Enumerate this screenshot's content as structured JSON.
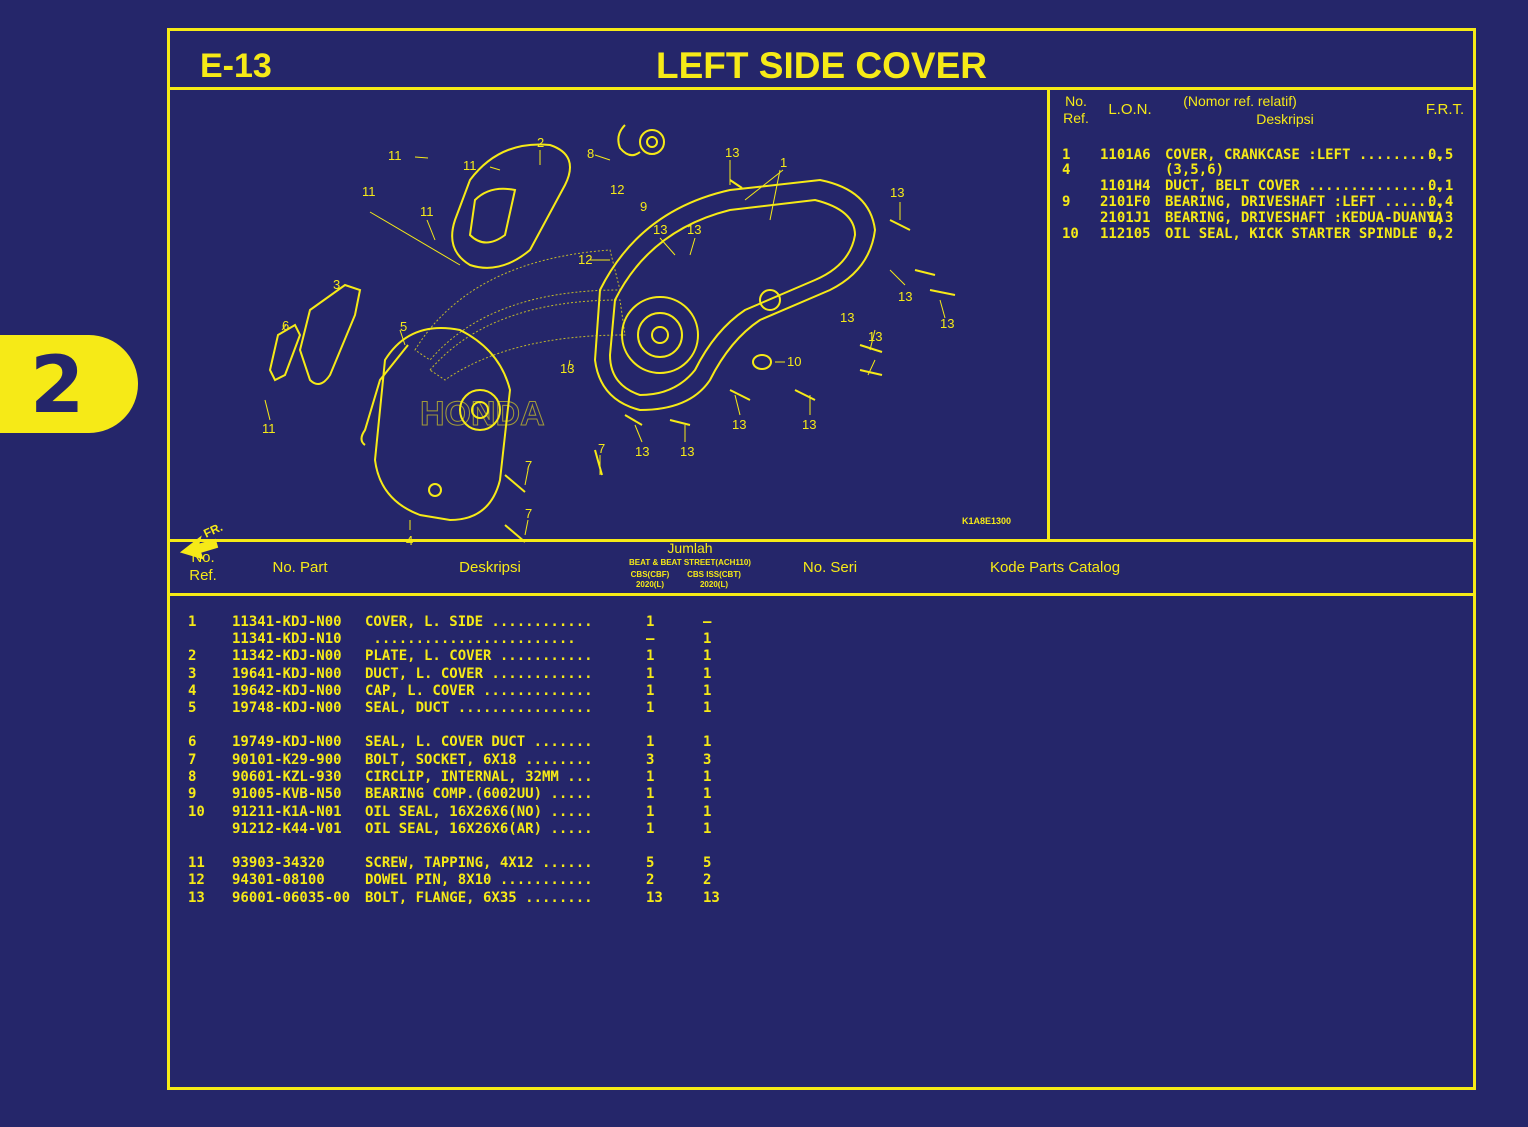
{
  "chapter_number": "2",
  "header": {
    "code": "E-13",
    "title": "LEFT SIDE COVER"
  },
  "diagram": {
    "drawing_code": "K1A8E1300",
    "front_label": "FR.",
    "brand_watermark": "HONDA",
    "callouts": [
      "11",
      "11",
      "2",
      "8",
      "13",
      "1",
      "11",
      "11",
      "12",
      "9",
      "13",
      "13",
      "13",
      "12",
      "3",
      "6",
      "5",
      "13",
      "13",
      "13",
      "13",
      "10",
      "13",
      "13",
      "13",
      "13",
      "13",
      "13",
      "7",
      "7",
      "7",
      "4",
      "11"
    ]
  },
  "ref_table": {
    "headers": {
      "no_ref": "No.\nRef.",
      "lon": "L.O.N.",
      "desc_top": "(Nomor ref. relatif)",
      "desc": "Deskripsi",
      "frt": "F.R.T."
    },
    "rows": [
      {
        "no": "1",
        "lon": "1101A6",
        "desc": "COVER, CRANKCASE :LEFT ..........",
        "frt": "0,5"
      },
      {
        "no": "4",
        "lon": "",
        "desc": "(3,5,6)",
        "frt": ""
      },
      {
        "no": "",
        "lon": "1101H4",
        "desc": "DUCT, BELT COVER ................",
        "frt": "0,1"
      },
      {
        "no": "9",
        "lon": "2101F0",
        "desc": "BEARING, DRIVESHAFT :LEFT .......",
        "frt": "0,4"
      },
      {
        "no": "",
        "lon": "2101J1",
        "desc": "BEARING, DRIVESHAFT :KEDUA-DUANYA",
        "frt": "1,3"
      },
      {
        "no": "10",
        "lon": "112105",
        "desc": "OIL SEAL, KICK STARTER SPINDLE ..",
        "frt": "0,2"
      }
    ]
  },
  "parts_table": {
    "headers": {
      "no_ref": "No.\nRef.",
      "no_part": "No. Part",
      "desc": "Deskripsi",
      "jumlah": "Jumlah",
      "models": "BEAT & BEAT STREET(ACH110)",
      "col1": "CBS(CBF)\n2020(L)",
      "col2": "CBS ISS(CBT)\n2020(L)",
      "no_seri": "No. Seri",
      "kode": "Kode Parts Catalog"
    },
    "rows": [
      {
        "ref": "1",
        "part": "11341-KDJ-N00",
        "desc": "COVER, L. SIDE ............",
        "q1": "1",
        "q2": "–"
      },
      {
        "ref": "",
        "part": "11341-KDJ-N10",
        "desc": " ........................",
        "q1": "–",
        "q2": "1"
      },
      {
        "ref": "2",
        "part": "11342-KDJ-N00",
        "desc": "PLATE, L. COVER ...........",
        "q1": "1",
        "q2": "1"
      },
      {
        "ref": "3",
        "part": "19641-KDJ-N00",
        "desc": "DUCT, L. COVER ............",
        "q1": "1",
        "q2": "1"
      },
      {
        "ref": "4",
        "part": "19642-KDJ-N00",
        "desc": "CAP, L. COVER .............",
        "q1": "1",
        "q2": "1"
      },
      {
        "ref": "5",
        "part": "19748-KDJ-N00",
        "desc": "SEAL, DUCT ................",
        "q1": "1",
        "q2": "1"
      },
      {
        "ref": "6",
        "part": "19749-KDJ-N00",
        "desc": "SEAL, L. COVER DUCT .......",
        "q1": "1",
        "q2": "1"
      },
      {
        "ref": "7",
        "part": "90101-K29-900",
        "desc": "BOLT, SOCKET, 6X18 ........",
        "q1": "3",
        "q2": "3"
      },
      {
        "ref": "8",
        "part": "90601-KZL-930",
        "desc": "CIRCLIP, INTERNAL, 32MM ...",
        "q1": "1",
        "q2": "1"
      },
      {
        "ref": "9",
        "part": "91005-KVB-N50",
        "desc": "BEARING COMP.(6002UU) .....",
        "q1": "1",
        "q2": "1"
      },
      {
        "ref": "10",
        "part": "91211-K1A-N01",
        "desc": "OIL SEAL, 16X26X6(NO) .....",
        "q1": "1",
        "q2": "1"
      },
      {
        "ref": "",
        "part": "91212-K44-V01",
        "desc": "OIL SEAL, 16X26X6(AR) .....",
        "q1": "1",
        "q2": "1"
      },
      {
        "ref": "11",
        "part": "93903-34320",
        "desc": "SCREW, TAPPING, 4X12 ......",
        "q1": "5",
        "q2": "5"
      },
      {
        "ref": "12",
        "part": "94301-08100",
        "desc": "DOWEL PIN, 8X10 ...........",
        "q1": "2",
        "q2": "2"
      },
      {
        "ref": "13",
        "part": "96001-06035-00",
        "desc": "BOLT, FLANGE, 6X35 ........",
        "q1": "13",
        "q2": "13"
      }
    ]
  },
  "colors": {
    "background": "#25266a",
    "accent": "#f6ea17"
  }
}
